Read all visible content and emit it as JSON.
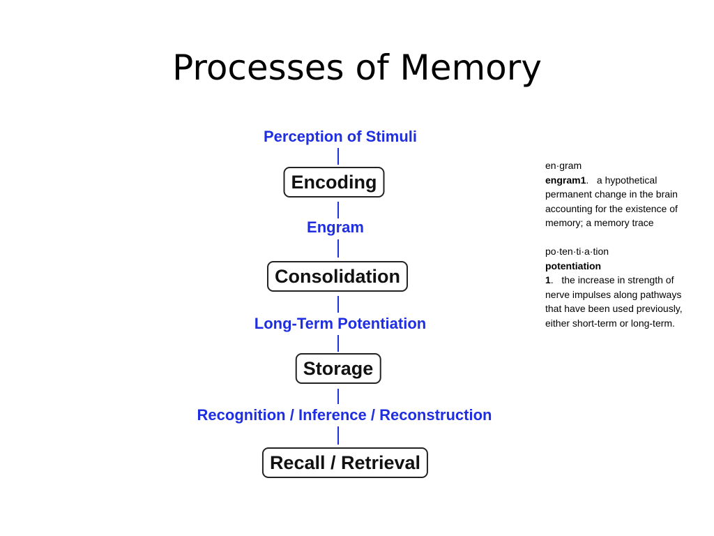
{
  "slide": {
    "title": "Processes of Memory"
  },
  "diagram": {
    "steps": [
      {
        "kind": "label",
        "text": "Perception of Stimuli"
      },
      {
        "kind": "box",
        "text": "Encoding"
      },
      {
        "kind": "label",
        "text": "Engram"
      },
      {
        "kind": "box",
        "text": "Consolidation"
      },
      {
        "kind": "label",
        "text": "Long-Term Potentiation"
      },
      {
        "kind": "box",
        "text": "Storage"
      },
      {
        "kind": "label",
        "text": "Recognition / Inference / Reconstruction"
      },
      {
        "kind": "box",
        "text": "Recall / Retrieval"
      }
    ],
    "colors": {
      "label": "#1e2ee0",
      "box_border": "#222222",
      "box_text": "#111111"
    }
  },
  "definitions": [
    {
      "pronunciation": "en·gram",
      "headword": "engram1",
      "number_suffix": ".",
      "definition": "a hypothetical permanent change in the brain accounting for the existence of memory; a memory trace"
    },
    {
      "pronunciation": "po·ten·ti·a·tion",
      "headword": "potentiation",
      "number": "1",
      "number_suffix": ".",
      "definition": "the increase in strength of nerve impulses along pathways that have been used previously, either short-term or long-term."
    }
  ]
}
